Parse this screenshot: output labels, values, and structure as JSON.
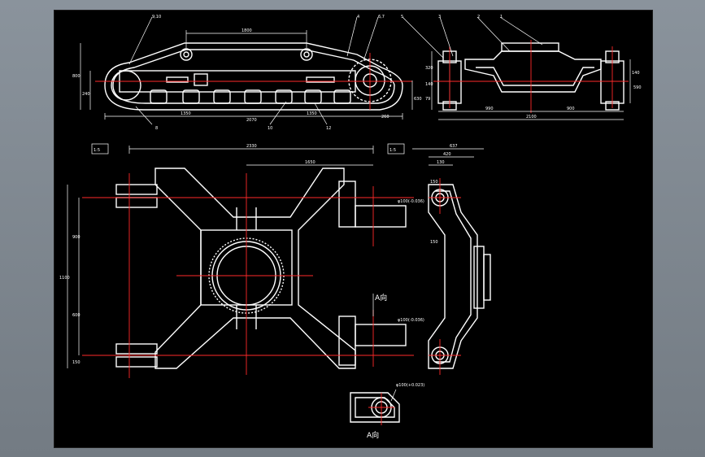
{
  "colors": {
    "background": "#000000",
    "linework": "#ffffff",
    "centerline": "#ff2a2a",
    "frame": "#7d858d"
  },
  "balloons": [
    "9,10",
    "4",
    "6,7",
    "5",
    "3",
    "2",
    "1"
  ],
  "side_view": {
    "dims_top": "1800",
    "dims_bottom": [
      "1350",
      "2070",
      "1350"
    ],
    "dims_left": [
      "800",
      "240"
    ],
    "dims_right": [
      "630",
      "260"
    ],
    "balloons_bottom": [
      "8",
      "10",
      "12"
    ]
  },
  "rear_view": {
    "dims_bottom": [
      "990",
      "900",
      "2100"
    ],
    "dims_left": [
      "320",
      "140",
      "79"
    ],
    "dims_right": [
      "140",
      "590"
    ]
  },
  "plan_view": {
    "mark": "1:5",
    "dims_top": [
      "2330",
      "1650"
    ],
    "dims_left": [
      "1100",
      "900",
      "600",
      "150"
    ],
    "dims_right": [
      "φ100(-0.036)",
      "φ100(-0.036)"
    ],
    "view_label": "A向"
  },
  "section_view": {
    "mark": "1:5",
    "dims_top": [
      "637",
      "420",
      "130"
    ],
    "dims_left": [
      "150",
      "150"
    ]
  },
  "detail_view": {
    "dim": "φ100(+0.023)",
    "caption": "A向"
  }
}
